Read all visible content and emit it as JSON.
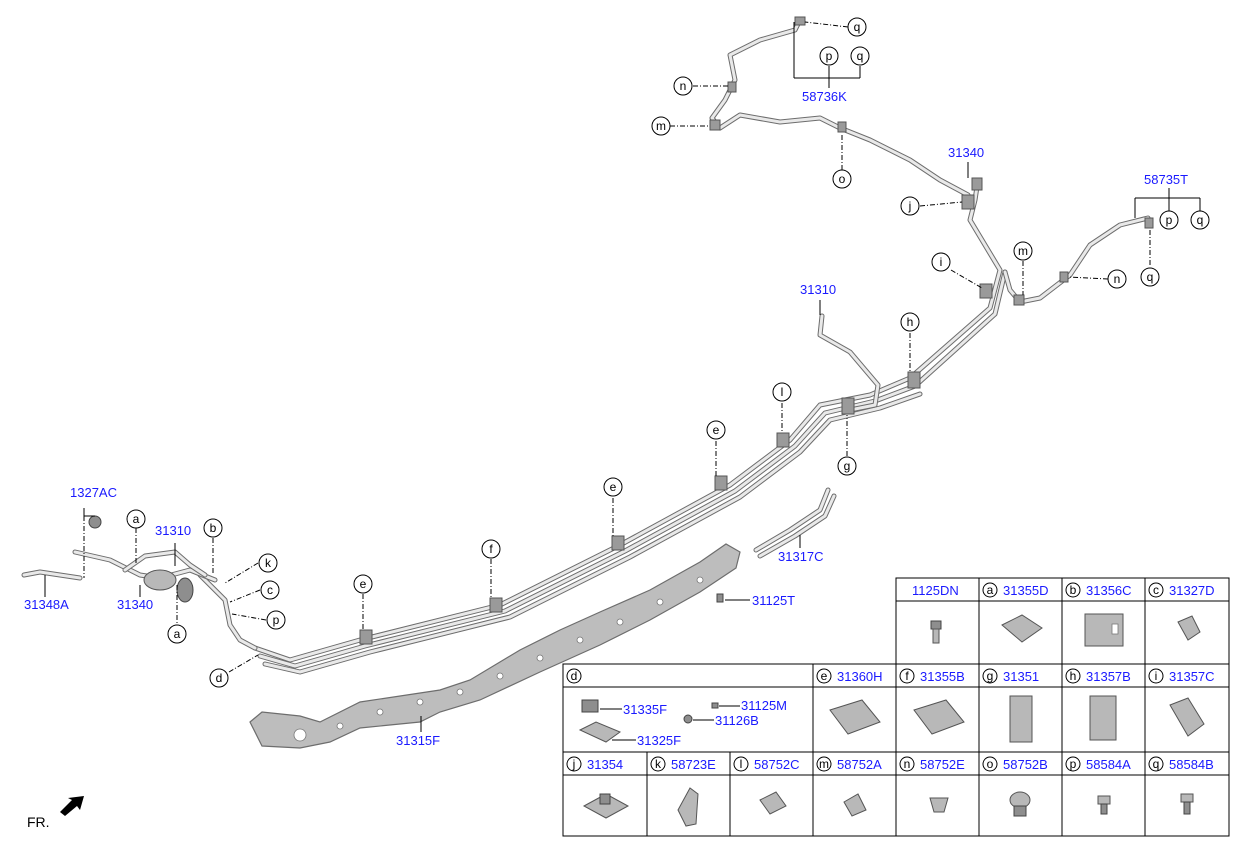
{
  "callout_parts": {
    "p1327AC": "1327AC",
    "p31348A": "31348A",
    "p31310_left": "31310",
    "p31340_left": "31340",
    "p31310_right": "31310",
    "p31340_right": "31340",
    "p58736K": "58736K",
    "p58735T": "58735T",
    "p31317C": "31317C",
    "p31125T": "31125T",
    "p31315F": "31315F"
  },
  "callout_letters": [
    "a",
    "b",
    "c",
    "d",
    "e",
    "f",
    "g",
    "h",
    "i",
    "j",
    "k",
    "l",
    "m",
    "n",
    "o",
    "p",
    "q"
  ],
  "direction_label": "FR.",
  "legend": {
    "row1": [
      {
        "letter": "",
        "part": "1125DN"
      },
      {
        "letter": "a",
        "part": "31355D"
      },
      {
        "letter": "b",
        "part": "31356C"
      },
      {
        "letter": "c",
        "part": "31327D"
      }
    ],
    "row2": [
      {
        "letter": "d",
        "part": ""
      },
      {
        "letter": "e",
        "part": "31360H"
      },
      {
        "letter": "f",
        "part": "31355B"
      },
      {
        "letter": "g",
        "part": "31351"
      },
      {
        "letter": "h",
        "part": "31357B"
      },
      {
        "letter": "i",
        "part": "31357C"
      }
    ],
    "d_subparts": [
      "31335F",
      "31125M",
      "31126B",
      "31325F"
    ],
    "row3": [
      {
        "letter": "j",
        "part": "31354"
      },
      {
        "letter": "k",
        "part": "58723E"
      },
      {
        "letter": "l",
        "part": "58752C"
      },
      {
        "letter": "m",
        "part": "58752A"
      },
      {
        "letter": "n",
        "part": "58752E"
      },
      {
        "letter": "o",
        "part": "58752B"
      },
      {
        "letter": "p",
        "part": "58584A"
      },
      {
        "letter": "q",
        "part": "58584B"
      }
    ]
  },
  "colors": {
    "part_number_text": "#1a1aff",
    "line_art": "#6d6d6d",
    "background": "#ffffff"
  }
}
